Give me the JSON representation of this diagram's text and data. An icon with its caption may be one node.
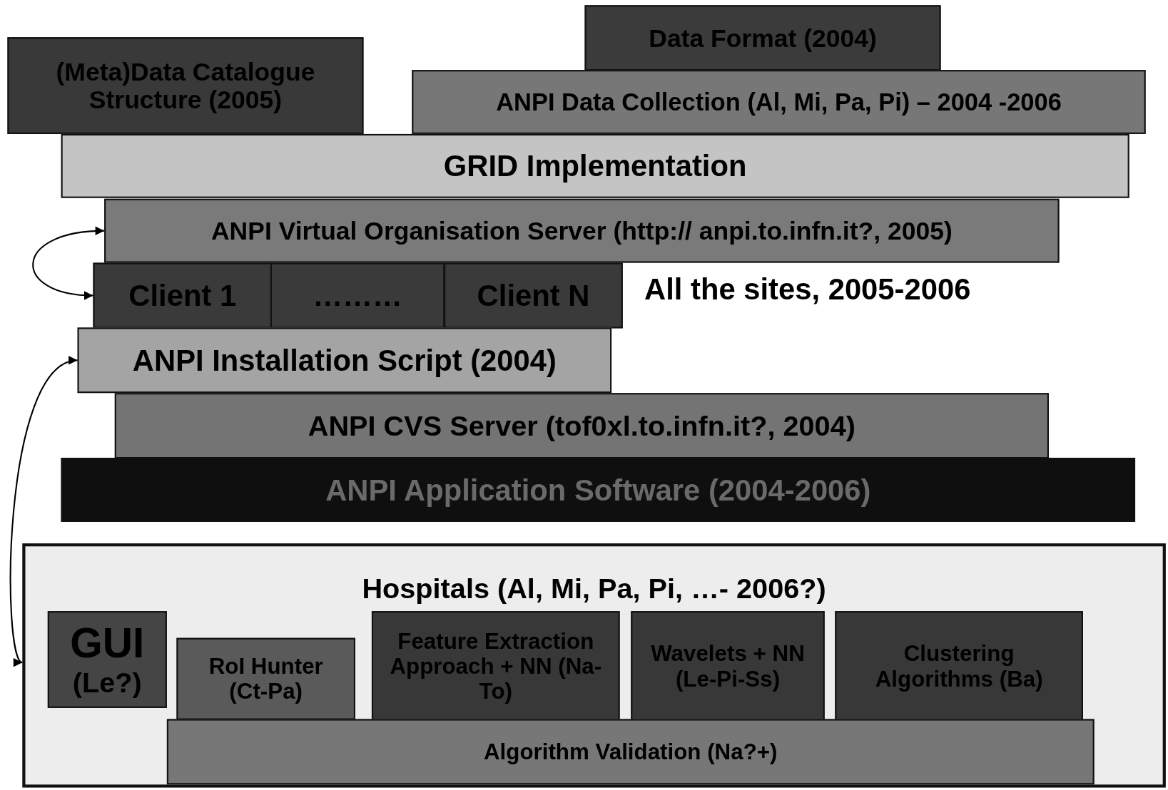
{
  "diagram": {
    "nodes": [
      {
        "text": [
          "(Meta)Data Catalogue Structure (2005)"
        ]
      },
      {
        "text": [
          "Data Format (2004)"
        ]
      },
      {
        "text": [
          "ANPI Data Collection (Al, Mi, Pa, Pi) – 2004 -2006"
        ]
      },
      {
        "text": [
          "GRID Implementation"
        ]
      },
      {
        "text": [
          "ANPI Virtual Organisation Server (http:// anpi.to.infn.it?, 2005)"
        ]
      },
      {
        "text": [
          "Client 1"
        ]
      },
      {
        "text": [
          "………"
        ]
      },
      {
        "text": [
          "Client N"
        ]
      },
      {
        "text": [
          "ANPI Installation Script (2004)"
        ]
      },
      {
        "text": [
          "ANPI CVS Server (tof0xl.to.infn.it?, 2004)"
        ]
      },
      {
        "text": [
          "ANPI Application Software (2004-2006)"
        ]
      },
      {
        "text": [
          "Hospitals (Al, Mi, Pa, Pi, …- 2006?)"
        ]
      },
      {
        "text": [
          "GUI",
          "(Le?)"
        ],
        "in": 11
      },
      {
        "text": [
          "RoI Hunter (Ct-Pa)"
        ],
        "in": 11
      },
      {
        "text": [
          "Feature Extraction Approach + NN (Na-To)"
        ],
        "in": 11
      },
      {
        "text": [
          "Wavelets + NN (Le-Pi-Ss)"
        ],
        "in": 11
      },
      {
        "text": [
          "Clustering Algorithms (Ba)"
        ],
        "in": 11
      },
      {
        "text": [
          "Algorithm Validation (Na?+)"
        ],
        "in": 11
      }
    ],
    "edges": [
      {
        "from": 4,
        "to": 5,
        "arrow": "both"
      },
      {
        "from": 11,
        "to": 8,
        "arrow": "both"
      }
    ],
    "labels": [
      "All the sites, 2005-2006"
    ]
  }
}
